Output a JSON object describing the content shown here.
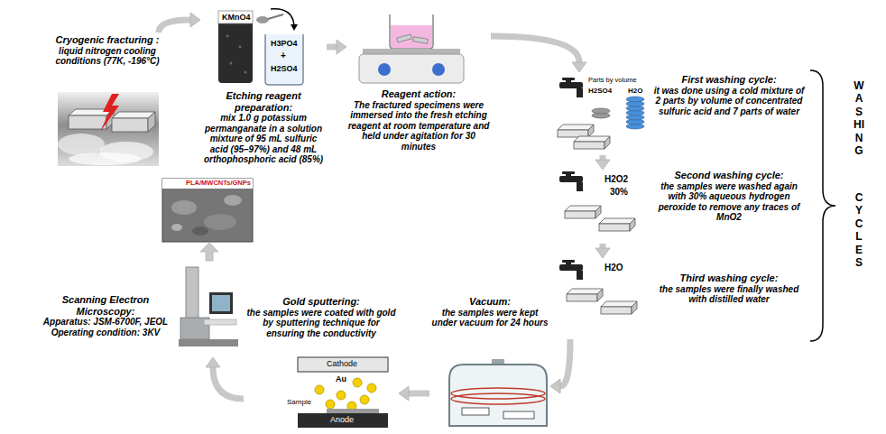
{
  "diagram": {
    "nodes": [
      {
        "text": [
          "Cryogenic fracturing :",
          "liquid nitrogen cooling conditions (77K, -196°C)"
        ]
      },
      {
        "text": [
          "Etching reagent preparation:",
          "mix 1.0 g potassium permanganate in a solution mixture of 95 mL sulfuric acid (95–97%) and 48 mL orthophosphoric acid (85%)"
        ]
      },
      {
        "text": [
          "Reagent action:",
          "The fractured specimens were immersed into the fresh etching reagent at room temperature and held under agitation for 30 minutes"
        ]
      },
      {
        "text": [
          "First washing cycle:",
          "it was done using a cold mixture of 2 parts by volume of concentrated sulfuric acid and 7 parts of water"
        ]
      },
      {
        "text": [
          "Second washing cycle:",
          "the samples were washed again with 30% aqueous hydrogen peroxide to remove any traces of MnO2"
        ]
      },
      {
        "text": [
          "Third washing cycle:",
          "the samples were finally washed with distilled water"
        ]
      },
      {
        "text": [
          "Vacuum:",
          "the samples were kept under vacuum for 24 hours"
        ]
      },
      {
        "text": [
          "Gold sputtering:",
          "the samples were coated with gold by sputtering technique for ensuring the conductivity"
        ]
      },
      {
        "text": [
          "Scanning Electron Microscopy:",
          "Apparatus: JSM-6700F, JEOL",
          "Operating condition: 3KV"
        ]
      }
    ],
    "edges": [
      {
        "from": 0,
        "to": 1,
        "arrow": "to"
      },
      {
        "from": 1,
        "to": 2,
        "arrow": "to"
      },
      {
        "from": 2,
        "to": 3,
        "arrow": "to"
      },
      {
        "from": 3,
        "to": 4,
        "arrow": "to"
      },
      {
        "from": 4,
        "to": 5,
        "arrow": "to"
      },
      {
        "from": 5,
        "to": 6,
        "arrow": "to"
      },
      {
        "from": 6,
        "to": 7,
        "arrow": "to"
      },
      {
        "from": 7,
        "to": 8,
        "arrow": "to"
      }
    ],
    "labels": [
      "WASHING",
      "CYCLES",
      "KMnO4",
      "H3PO4",
      "+",
      "H2SO4",
      "Parts by volume",
      "H2SO4",
      "H2O",
      "H2O2",
      "30%",
      "H2O",
      "Cathode",
      "Au",
      "Sample",
      "Anode",
      "PLA/MWCNTs/GNPs"
    ]
  }
}
